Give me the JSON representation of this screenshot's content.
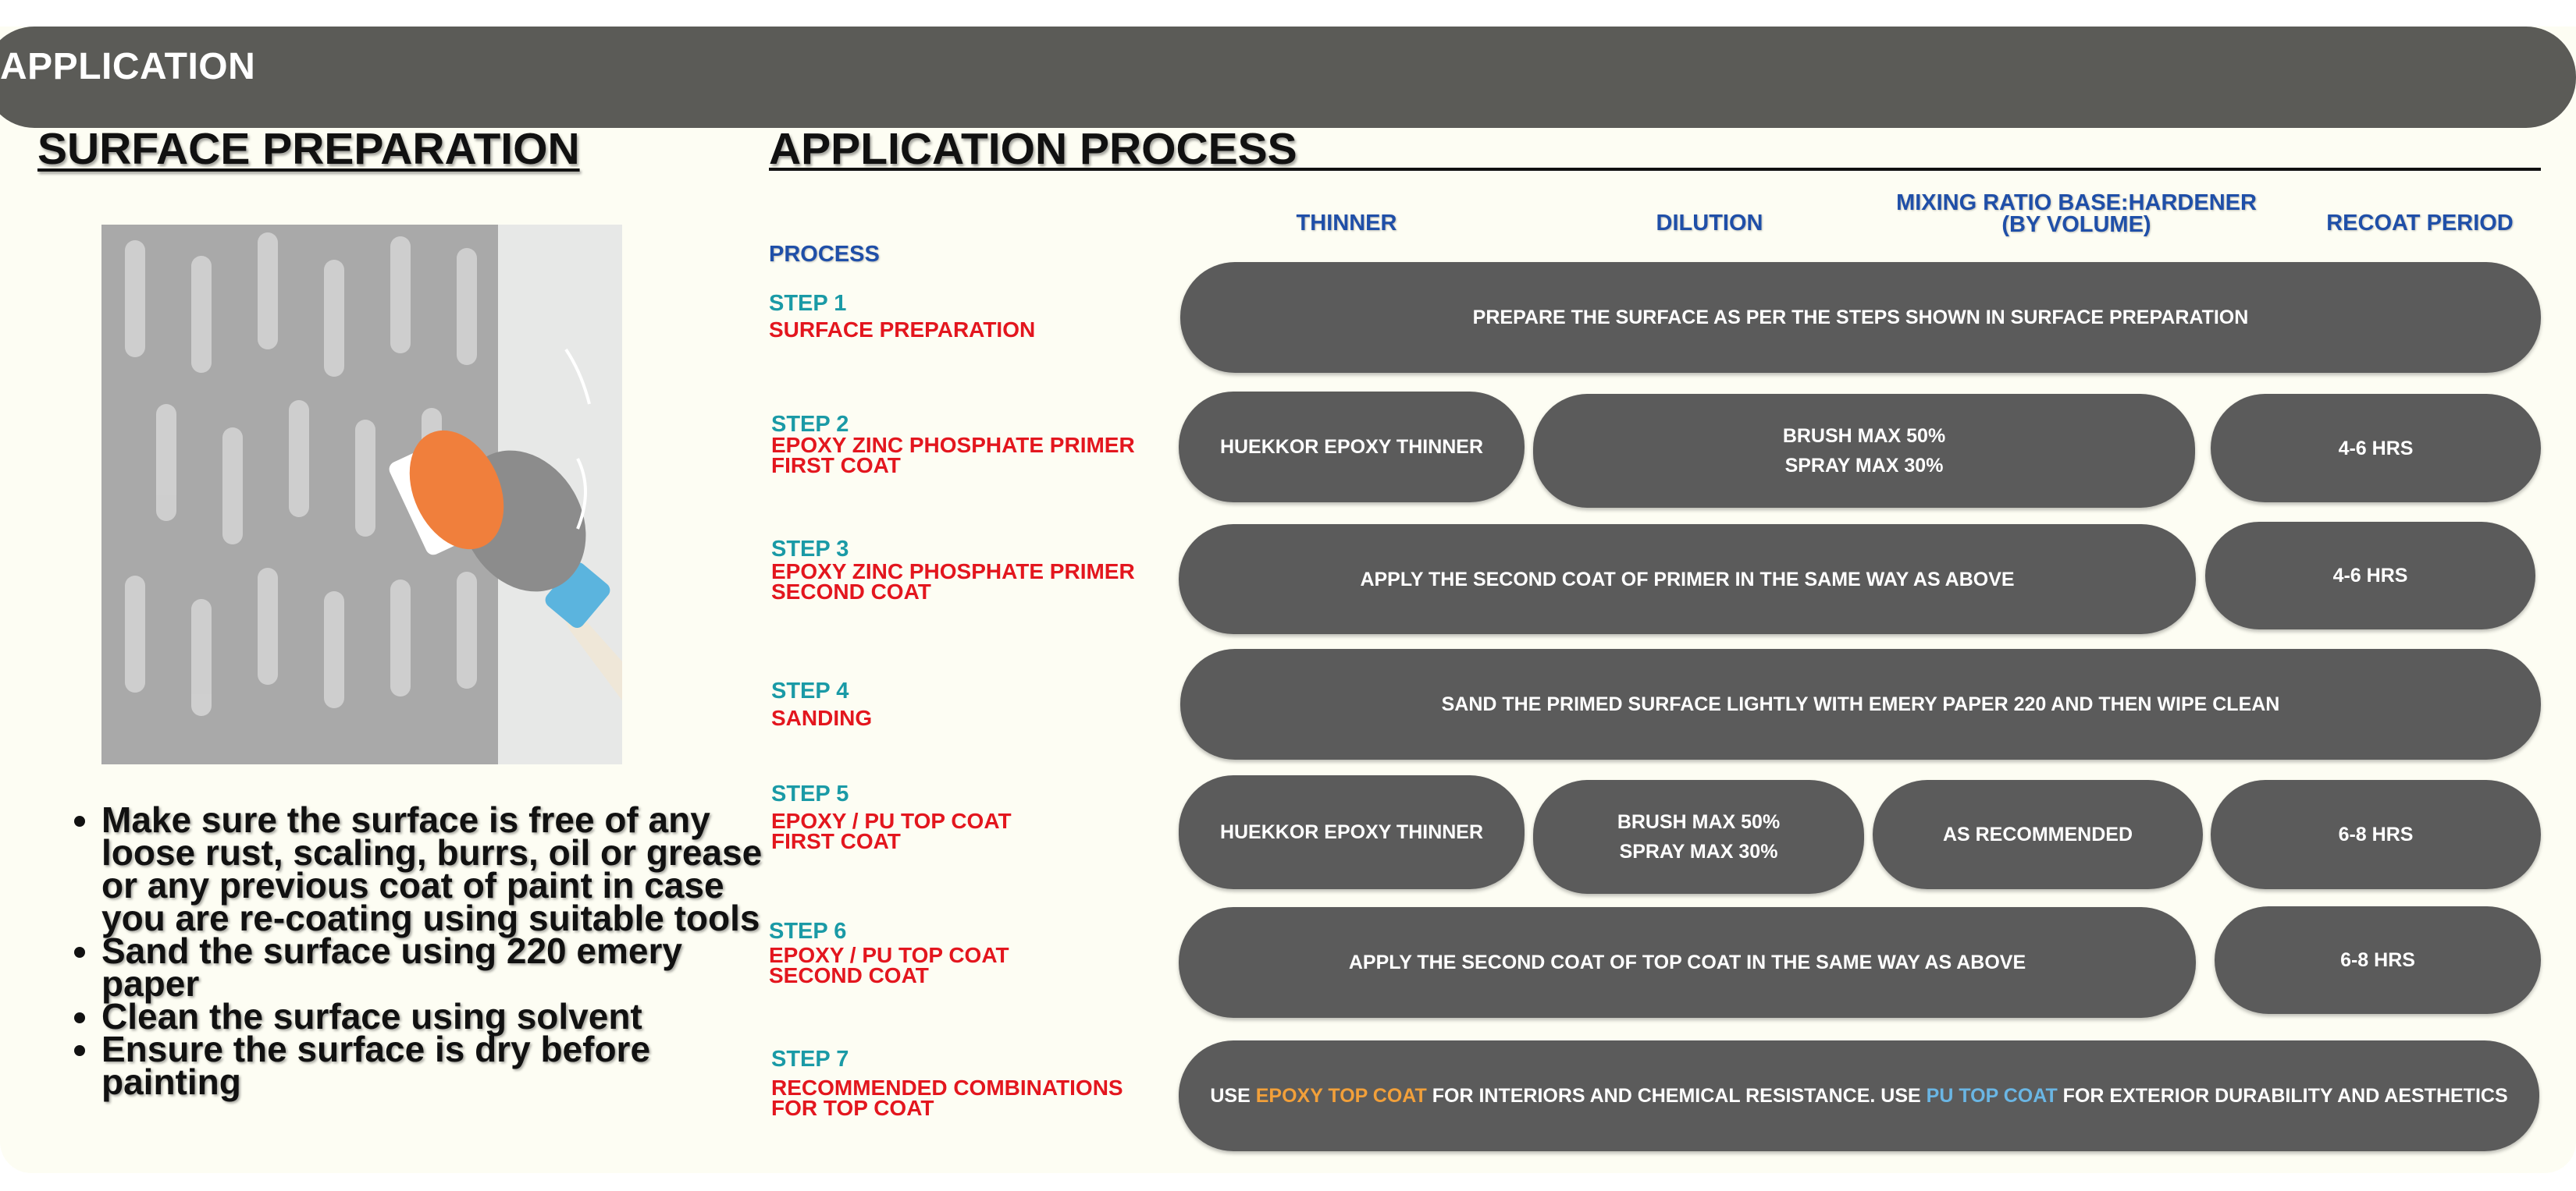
{
  "banner": {
    "title": "APPLICATION"
  },
  "surface_prep": {
    "title": "SURFACE PREPARATION",
    "illustration": "hand-sanding-wall-illustration",
    "bullets": [
      "Make sure the surface is free of any loose rust, scaling, burrs, oil or grease or any previous coat of paint in case you are re-coating using suitable tools",
      "Sand the surface using 220 emery paper",
      "Clean the surface using solvent",
      "Ensure the surface is dry before painting"
    ]
  },
  "application_process": {
    "title": "APPLICATION PROCESS",
    "columns": {
      "process": "PROCESS",
      "thinner": "THINNER",
      "dilution": "DILUTION",
      "mixing_line1": "MIXING RATIO BASE:HARDENER",
      "mixing_line2": "(BY VOLUME)",
      "recoat": "RECOAT PERIOD"
    },
    "steps": [
      {
        "step": "STEP 1",
        "name": [
          "SURFACE PREPARATION"
        ],
        "instruction": "PREPARE THE SURFACE AS PER THE STEPS SHOWN IN SURFACE PREPARATION"
      },
      {
        "step": "STEP 2",
        "name": [
          "EPOXY ZINC PHOSPHATE PRIMER",
          "FIRST COAT"
        ],
        "thinner": "HUEKKOR EPOXY THINNER",
        "dilution": [
          "BRUSH MAX 50%",
          "SPRAY MAX 30%"
        ],
        "recoat": "4-6 HRS"
      },
      {
        "step": "STEP 3",
        "name": [
          "EPOXY ZINC PHOSPHATE PRIMER",
          "SECOND COAT"
        ],
        "instruction": "APPLY THE SECOND COAT OF PRIMER IN THE SAME WAY AS ABOVE",
        "recoat": "4-6 HRS"
      },
      {
        "step": "STEP 4",
        "name": [
          "SANDING"
        ],
        "instruction": "SAND THE PRIMED SURFACE LIGHTLY WITH EMERY PAPER 220 AND THEN WIPE CLEAN"
      },
      {
        "step": "STEP 5",
        "name": [
          "EPOXY / PU TOP COAT",
          "FIRST COAT"
        ],
        "thinner": "HUEKKOR EPOXY THINNER",
        "dilution": [
          "BRUSH MAX 50%",
          "SPRAY MAX 30%"
        ],
        "mixing": "AS RECOMMENDED",
        "recoat": "6-8 HRS"
      },
      {
        "step": "STEP 6",
        "name": [
          "EPOXY / PU TOP COAT",
          "SECOND COAT"
        ],
        "instruction": "APPLY THE SECOND COAT OF TOP COAT IN THE SAME WAY AS ABOVE",
        "recoat": "6-8 HRS"
      },
      {
        "step": "STEP 7",
        "name": [
          "RECOMMENDED COMBINATIONS",
          "FOR TOP COAT"
        ],
        "combo": {
          "p1": "USE ",
          "epoxy": "EPOXY TOP COAT",
          "p2": " FOR INTERIORS AND CHEMICAL RESISTANCE. USE ",
          "pu": "PU TOP COAT",
          "p3": " FOR EXTERIOR DURABILITY AND AESTHETICS"
        }
      }
    ]
  },
  "colors": {
    "banner": "#5b5b57",
    "pill": "#5b5b5b",
    "step_number": "#1a9aa6",
    "step_name": "#e3161e",
    "column_header": "#1f4fa8",
    "epoxy_highlight": "#f2a03a",
    "pu_highlight": "#6ab6e4"
  }
}
